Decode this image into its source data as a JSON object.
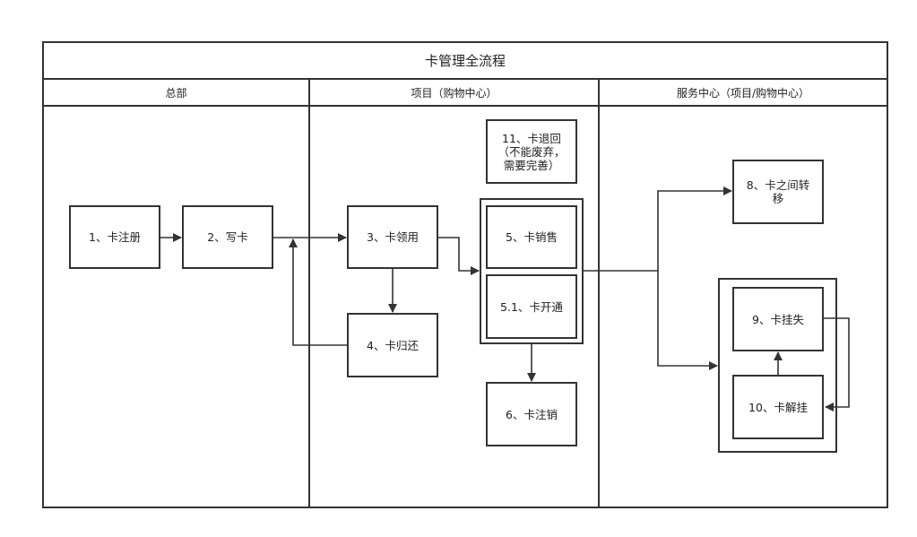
{
  "title": "卡管理全流程",
  "lanes": [
    {
      "id": "hq",
      "label": "总部"
    },
    {
      "id": "project",
      "label": "项目（购物中心）"
    },
    {
      "id": "service",
      "label": "服务中心（项目/购物中心）"
    }
  ],
  "nodes": {
    "n1": "1、卡注册",
    "n2": "2、写卡",
    "n3": "3、卡领用",
    "n4": "4、卡归还",
    "n5": "5、卡销售",
    "n51": "5.1、卡开通",
    "n6": "6、卡注销",
    "n8": "8、卡之间转\n移",
    "n9": "9、卡挂失",
    "n10": "10、卡解挂",
    "n11": "11、卡退回\n（不能废弃，\n需要完善）"
  },
  "edges": [
    {
      "from": "1、卡注册",
      "to": "2、写卡"
    },
    {
      "from": "2、写卡",
      "to": "3、卡领用"
    },
    {
      "from": "3、卡领用",
      "to": "4、卡归还"
    },
    {
      "from": "4、卡归还",
      "to": "2、写卡"
    },
    {
      "from": "3、卡领用",
      "to": "5、卡销售 / 5.1、卡开通"
    },
    {
      "from": "5、卡销售 / 5.1、卡开通",
      "to": "6、卡注销"
    },
    {
      "from": "5、卡销售 / 5.1、卡开通",
      "to": "8、卡之间转移"
    },
    {
      "from": "5、卡销售 / 5.1、卡开通",
      "to": "9、卡挂失 / 10、卡解挂"
    },
    {
      "from": "9、卡挂失",
      "to": "10、卡解挂"
    },
    {
      "from": "10、卡解挂",
      "to": "9、卡挂失"
    }
  ],
  "colors": {
    "line": "#333333",
    "text": "#222222",
    "background": "#ffffff"
  }
}
